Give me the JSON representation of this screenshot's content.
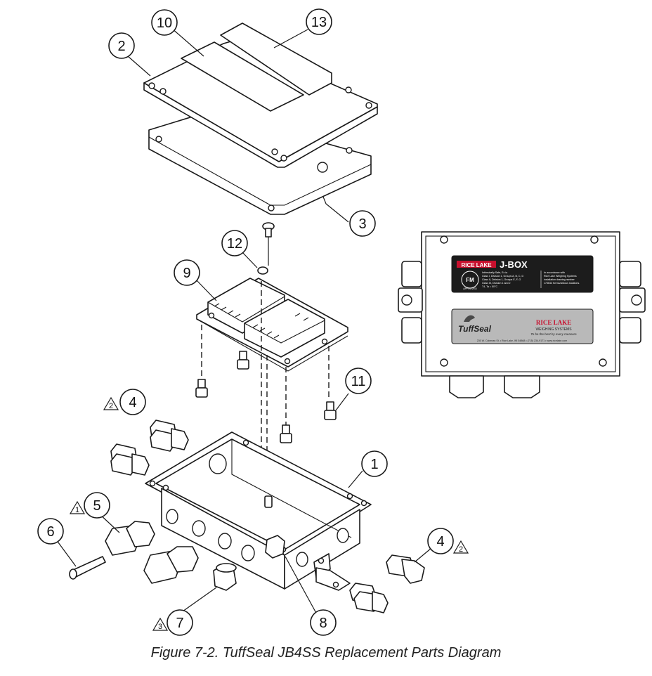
{
  "caption": "Figure 7-2. TuffSeal JB4SS Replacement Parts Diagram",
  "callouts": [
    "1",
    "2",
    "3",
    "4",
    "4",
    "5",
    "6",
    "7",
    "8",
    "9",
    "10",
    "11",
    "12",
    "13"
  ],
  "warning_marks": [
    "1",
    "2",
    "2",
    "3"
  ],
  "nameplate": {
    "brand": "RICE LAKE",
    "title": "J-BOX",
    "fm_mark": "FM",
    "fm_sub": "APPROVED",
    "cert_left": [
      "Intrinsically Safe, Ex ia",
      "Class I, Division 1, Groups A, B, C, D",
      "Class II, Division 1, Groups E, F, G",
      "Class III, Division 1 and 2",
      "T4, Ta = 50°C"
    ],
    "cert_right": [
      "In accordance with",
      "Rice Lake Weighing Systems",
      "installation drawing number",
      "173644 for hazardous locations."
    ]
  },
  "logo_plate": {
    "product": "TuffSeal",
    "brand_line1": "RICE LAKE",
    "brand_line2": "WEIGHING SYSTEMS",
    "slogan": "To be the best by every measure",
    "address": "230 W. Coleman St. • Rice Lake, WI 54868 • (715) 234-9171 • www.ricelake.com"
  },
  "colors": {
    "line": "#1a1a1a",
    "plate_dark": "#1c1c1c",
    "plate_grey": "#b9b9b9",
    "brand_red": "#c8102e"
  }
}
